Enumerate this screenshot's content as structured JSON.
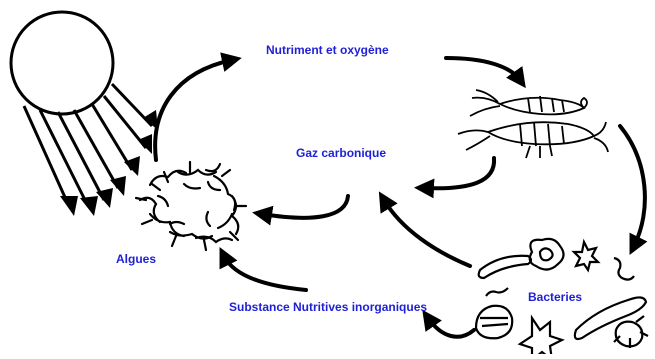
{
  "labels": {
    "nutriment": "Nutriment et oxygène",
    "gaz": "Gaz carbonique",
    "algues": "Algues",
    "substance": "Substance Nutritives inorganiques",
    "bacteries": "Bacteries"
  },
  "colors": {
    "label": "#1f1fd6",
    "ink": "#000000"
  },
  "icons": [
    "sun-icon",
    "algae-icon",
    "shrimp-icon",
    "bacteria-icon"
  ]
}
